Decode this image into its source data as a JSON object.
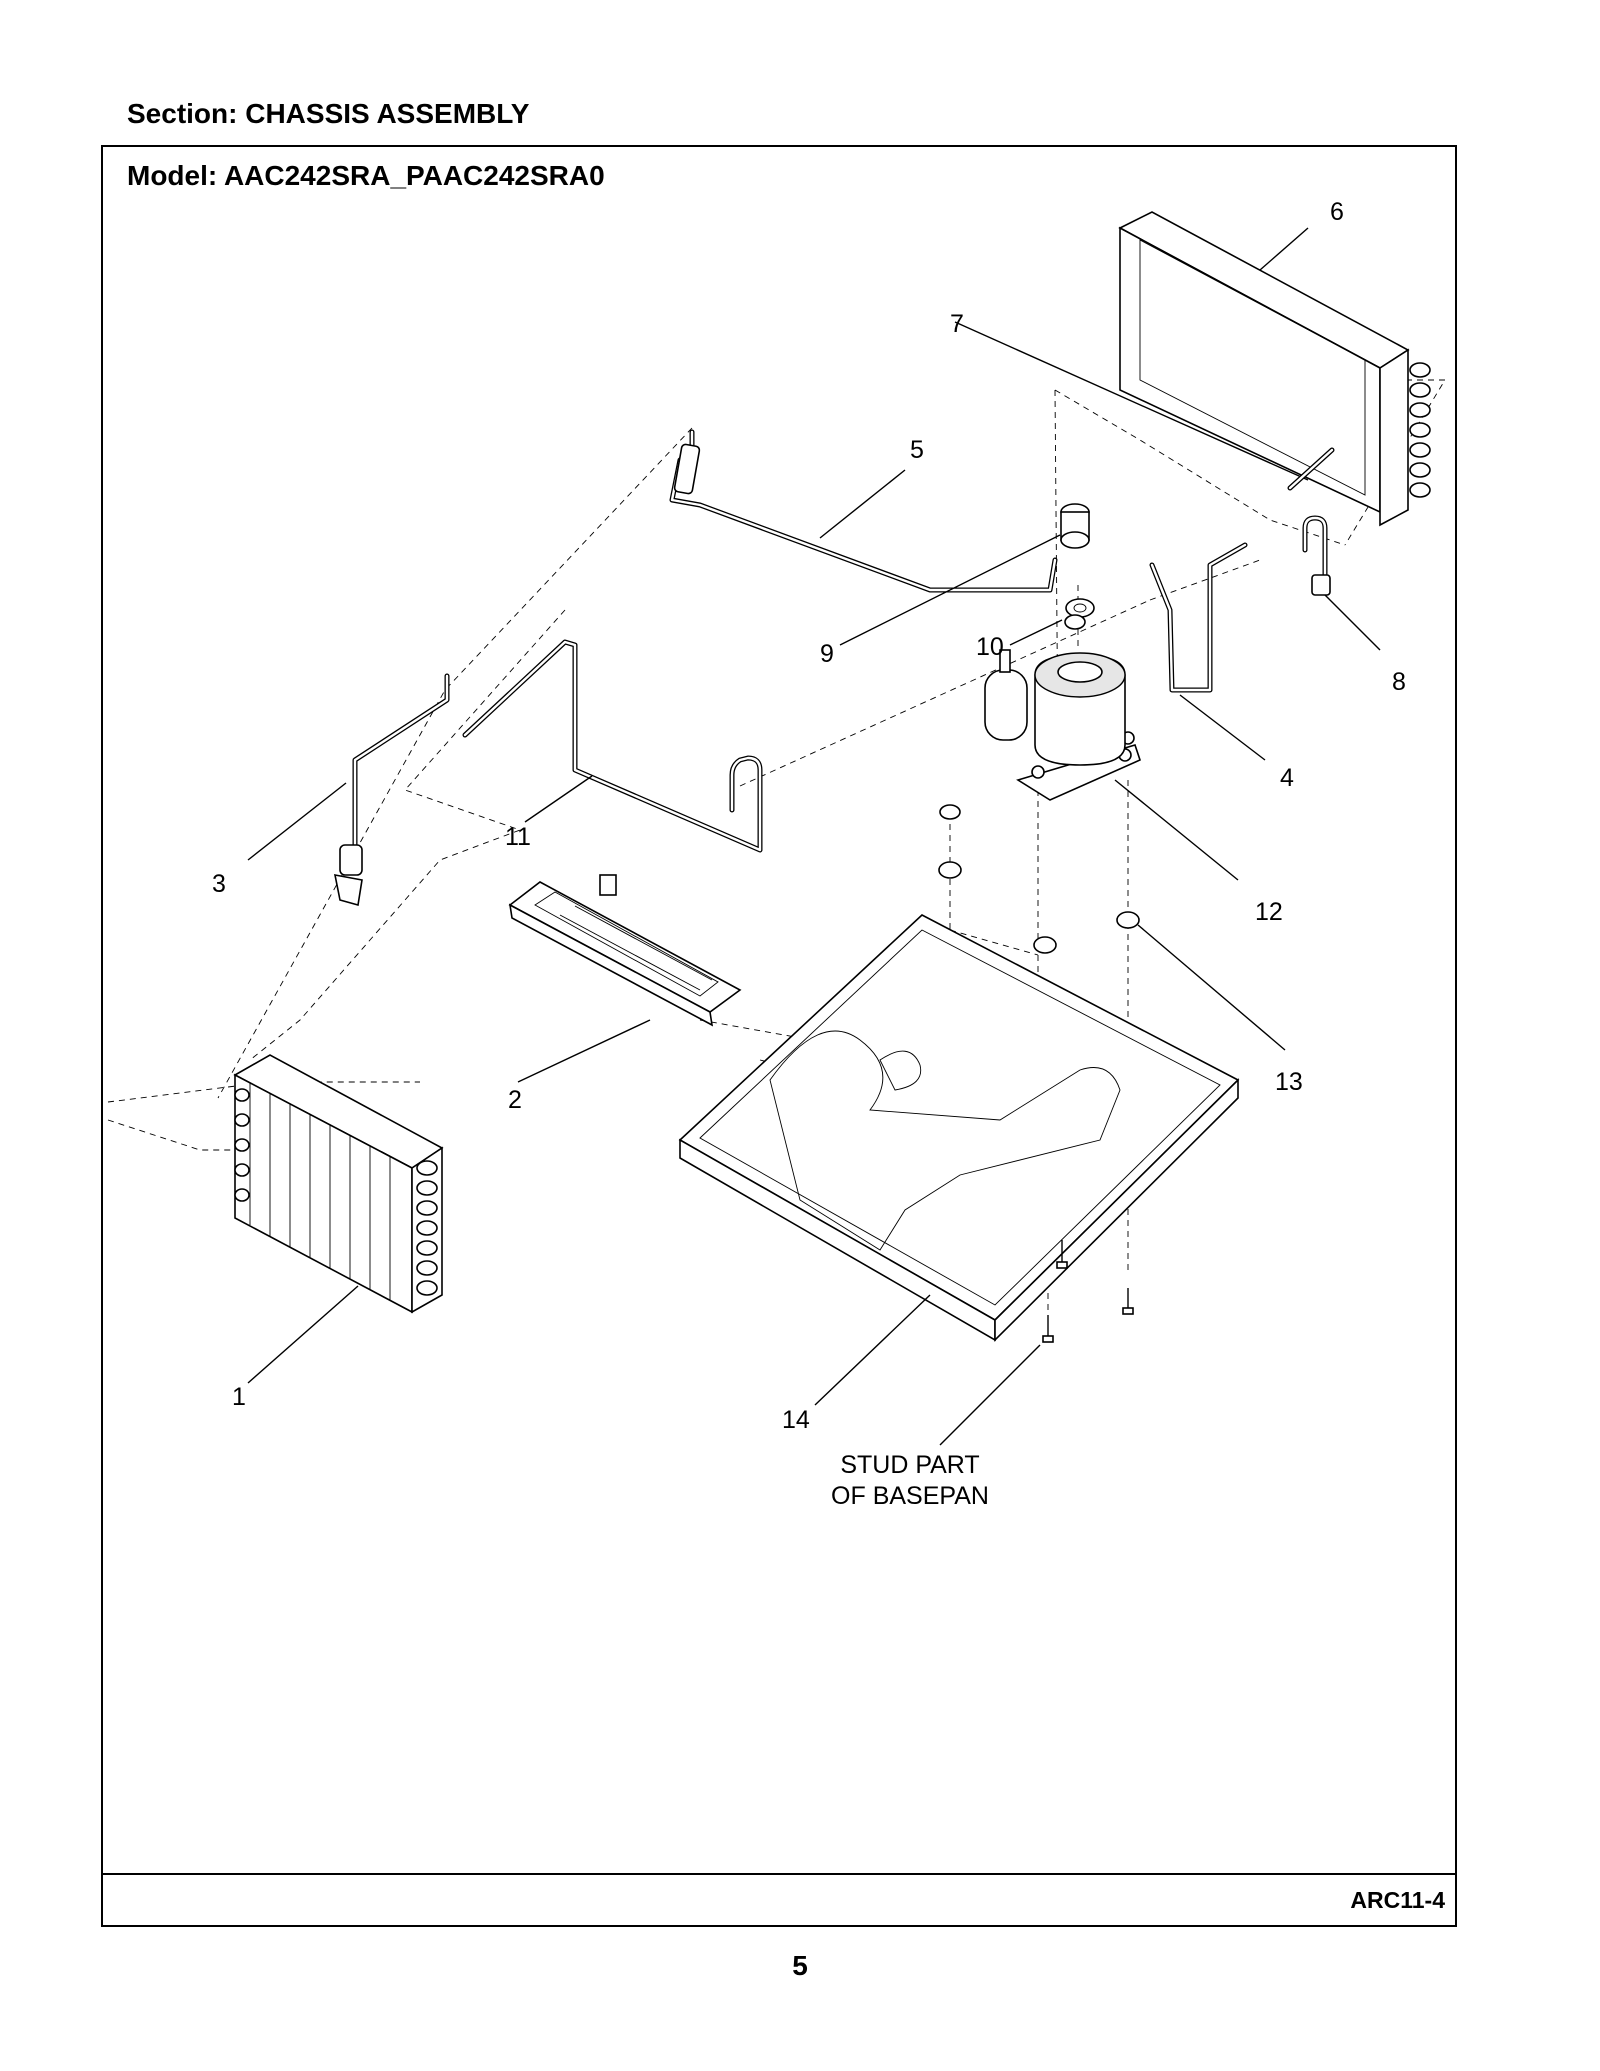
{
  "header": {
    "section_title": "Section:  CHASSIS ASSEMBLY",
    "model_title": "Model:  AAC242SRA_PAAC242SRA0"
  },
  "footer": {
    "doc_code": "ARC11-4",
    "page_number": "5"
  },
  "diagram": {
    "callouts": [
      "1",
      "2",
      "3",
      "4",
      "5",
      "6",
      "7",
      "8",
      "9",
      "10",
      "11",
      "12",
      "13",
      "14"
    ],
    "stud_note": [
      "STUD PART",
      "OF BASEPAN"
    ]
  }
}
